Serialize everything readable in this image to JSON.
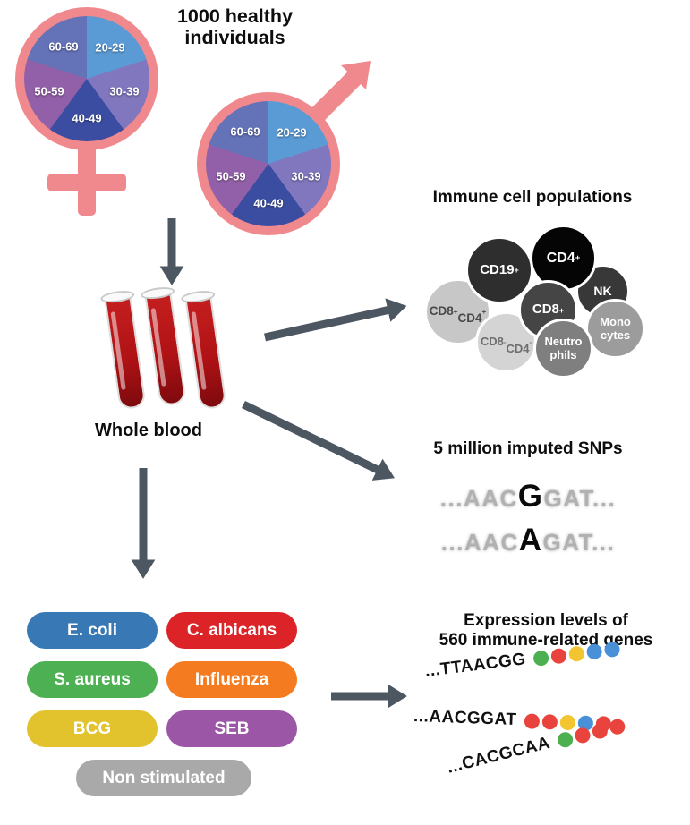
{
  "colors": {
    "symbol": "#f0898d",
    "arrow": "#4d5761"
  },
  "header": {
    "title": "1000 healthy\nindividuals"
  },
  "age_groups": [
    {
      "label": "20-29",
      "color": "#5b9bd5"
    },
    {
      "label": "30-39",
      "color": "#8077be"
    },
    {
      "label": "40-49",
      "color": "#3b4da1"
    },
    {
      "label": "50-59",
      "color": "#9260a8"
    },
    {
      "label": "60-69",
      "color": "#6472b8"
    }
  ],
  "blood": {
    "label": "Whole blood"
  },
  "immune": {
    "title": "Immune cell populations",
    "cells": [
      {
        "label": "CD19+",
        "color": "#2e2e2e",
        "text": "#ffffff"
      },
      {
        "label": "CD4+",
        "color": "#050505",
        "text": "#ffffff"
      },
      {
        "label": "NK",
        "color": "#383838",
        "text": "#ffffff"
      },
      {
        "label": "CD8+",
        "color": "#454545",
        "text": "#ffffff"
      },
      {
        "label": "CD8+\nCD4+",
        "color": "#c7c7c7",
        "text": "#4a4a4a"
      },
      {
        "label": "CD8-\nCD4-",
        "color": "#d4d4d4",
        "text": "#6e6e6e"
      },
      {
        "label": "Neutro\nphils",
        "color": "#7f7f7f",
        "text": "#ffffff"
      },
      {
        "label": "Mono\ncytes",
        "color": "#9c9c9c",
        "text": "#ffffff"
      }
    ]
  },
  "snps": {
    "title": "5 million imputed SNPs",
    "sequences": [
      {
        "prefix": "...AAC",
        "variant": "G",
        "suffix": "GAT..."
      },
      {
        "prefix": "...AAC",
        "variant": "A",
        "suffix": "GAT..."
      }
    ]
  },
  "stimulations": [
    {
      "label": "E. coli",
      "color": "#3878b4"
    },
    {
      "label": "C. albicans",
      "color": "#dc2327"
    },
    {
      "label": "S. aureus",
      "color": "#4db053"
    },
    {
      "label": "Influenza",
      "color": "#f47b20"
    },
    {
      "label": "BCG",
      "color": "#e2c32e"
    },
    {
      "label": "SEB",
      "color": "#9b57a5"
    },
    {
      "label": "Non stimulated",
      "color": "#a9a9a9"
    }
  ],
  "expression": {
    "title": "Expression levels of\n560 immune-related genes",
    "rows": [
      {
        "seq": "...TTAACGG",
        "dots": [
          "#4caf50",
          "#e8433c",
          "#f2c531",
          "#4a90d9",
          "#4a90d9"
        ]
      },
      {
        "seq": "...AACGGAT",
        "dots": [
          "#e8433c",
          "#e8433c",
          "#f2c531",
          "#4a90d9",
          "#e8433c"
        ]
      },
      {
        "seq": "...CACGCAA",
        "dots": [
          "#4caf50",
          "#e8433c",
          "#e8433c",
          "#e8433c"
        ]
      }
    ]
  }
}
